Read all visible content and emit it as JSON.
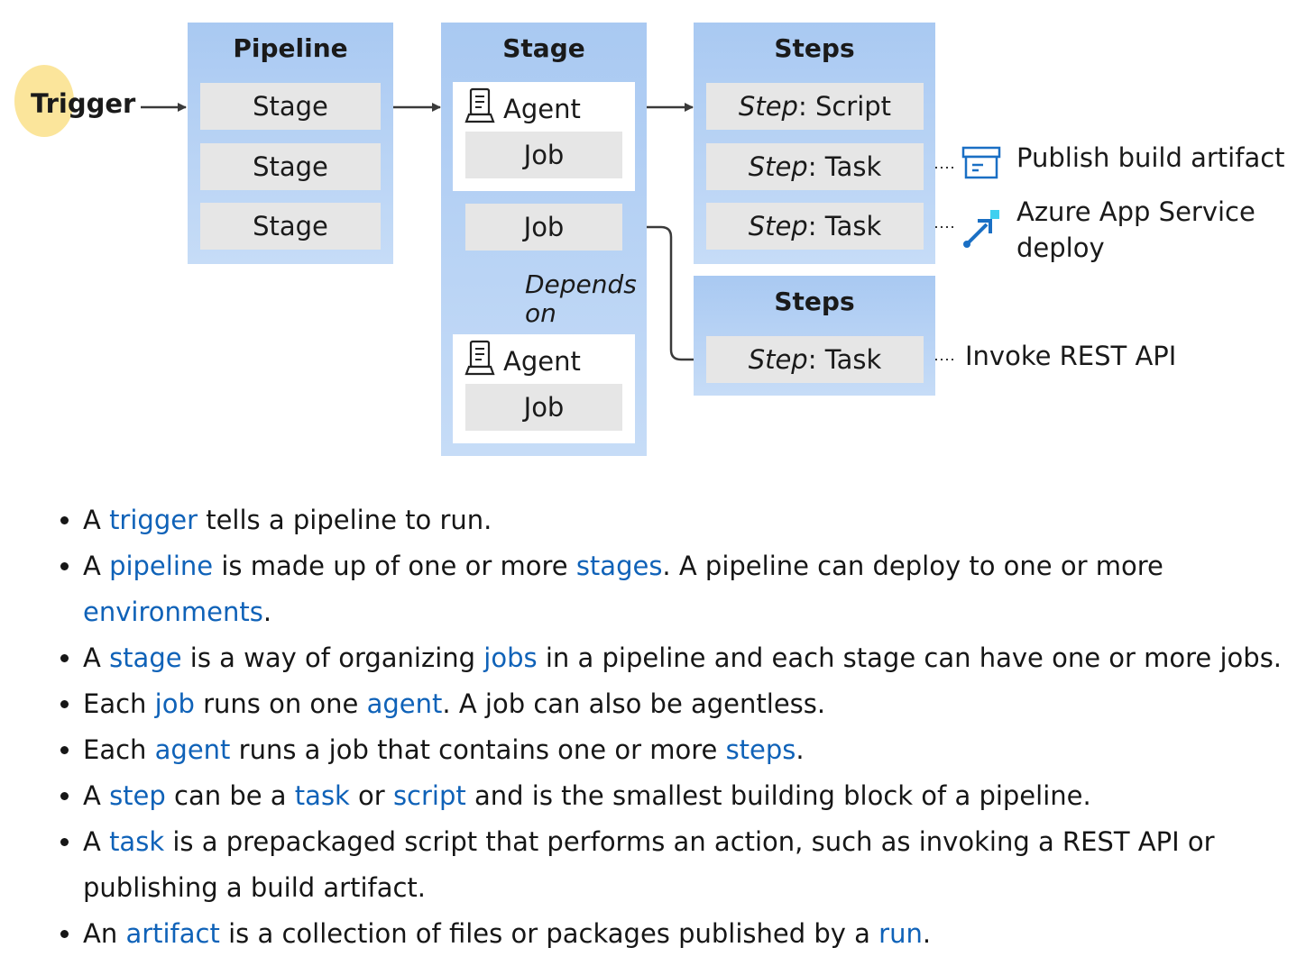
{
  "diagram": {
    "trigger": "Trigger",
    "pipeline": {
      "title": "Pipeline",
      "stages": [
        "Stage",
        "Stage",
        "Stage"
      ]
    },
    "stage": {
      "title": "Stage",
      "agent_label": "Agent",
      "job_label": "Job",
      "depends_on": [
        "Depends",
        "on"
      ]
    },
    "steps_top": {
      "title": "Steps",
      "items": [
        {
          "prefix": "Step",
          "suffix": ": Script"
        },
        {
          "prefix": "Step",
          "suffix": ": Task"
        },
        {
          "prefix": "Step",
          "suffix": ": Task"
        }
      ]
    },
    "steps_bottom": {
      "title": "Steps",
      "items": [
        {
          "prefix": "Step",
          "suffix": ": Task"
        }
      ]
    },
    "task_labels": {
      "publish": "Publish build artifact",
      "deploy_line1": "Azure App Service",
      "deploy_line2": "deploy",
      "rest": "Invoke REST API"
    },
    "icons": [
      "agent-server-icon",
      "artifact-box-icon",
      "app-service-deploy-icon"
    ],
    "colors": {
      "column_bg_top": "#a9c9f2",
      "box_bg": "#e6e6e6",
      "trigger_highlight": "#fae08a",
      "link": "#0f62b8",
      "icon_blue": "#1a6fc4",
      "icon_cyan": "#3fd0f0"
    }
  },
  "definitions": [
    {
      "segments": [
        {
          "t": "A "
        },
        {
          "t": "trigger",
          "link": true
        },
        {
          "t": " tells a pipeline to run."
        }
      ]
    },
    {
      "segments": [
        {
          "t": "A "
        },
        {
          "t": "pipeline",
          "link": true
        },
        {
          "t": " is made up of one or more "
        },
        {
          "t": "stages",
          "link": true
        },
        {
          "t": ". A pipeline can deploy to one or more "
        },
        {
          "t": "environments",
          "link": true
        },
        {
          "t": "."
        }
      ]
    },
    {
      "segments": [
        {
          "t": "A "
        },
        {
          "t": "stage",
          "link": true
        },
        {
          "t": " is a way of organizing "
        },
        {
          "t": "jobs",
          "link": true
        },
        {
          "t": " in a pipeline and each stage can have one or more jobs."
        }
      ]
    },
    {
      "segments": [
        {
          "t": "Each "
        },
        {
          "t": "job",
          "link": true
        },
        {
          "t": " runs on one "
        },
        {
          "t": "agent",
          "link": true
        },
        {
          "t": ". A job can also be agentless."
        }
      ]
    },
    {
      "segments": [
        {
          "t": "Each "
        },
        {
          "t": "agent",
          "link": true
        },
        {
          "t": " runs a job that contains one or more "
        },
        {
          "t": "steps",
          "link": true
        },
        {
          "t": "."
        }
      ]
    },
    {
      "segments": [
        {
          "t": "A "
        },
        {
          "t": "step",
          "link": true
        },
        {
          "t": " can be a "
        },
        {
          "t": "task",
          "link": true
        },
        {
          "t": " or "
        },
        {
          "t": "script",
          "link": true
        },
        {
          "t": " and is the smallest building block of a pipeline."
        }
      ]
    },
    {
      "segments": [
        {
          "t": "A "
        },
        {
          "t": "task",
          "link": true
        },
        {
          "t": " is a prepackaged script that performs an action, such as invoking a REST API or publishing a build artifact."
        }
      ]
    },
    {
      "segments": [
        {
          "t": "An "
        },
        {
          "t": "artifact",
          "link": true
        },
        {
          "t": " is a collection of files or packages published by a "
        },
        {
          "t": "run",
          "link": true
        },
        {
          "t": "."
        }
      ]
    }
  ]
}
